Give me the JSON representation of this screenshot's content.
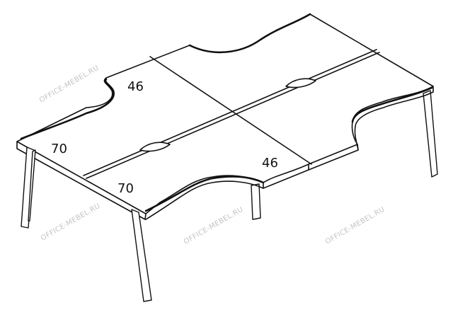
{
  "drawing": {
    "dimensions": [
      {
        "id": "depth-top-left",
        "value": "46"
      },
      {
        "id": "width-left-top",
        "value": "70"
      },
      {
        "id": "width-left-bottom",
        "value": "70"
      },
      {
        "id": "depth-bottom-right",
        "value": "46"
      }
    ],
    "watermark": "OFFICE-MEBEL.RU",
    "line_color": "#111111",
    "background": "#ffffff",
    "watermark_color": "#c4c4c4"
  }
}
